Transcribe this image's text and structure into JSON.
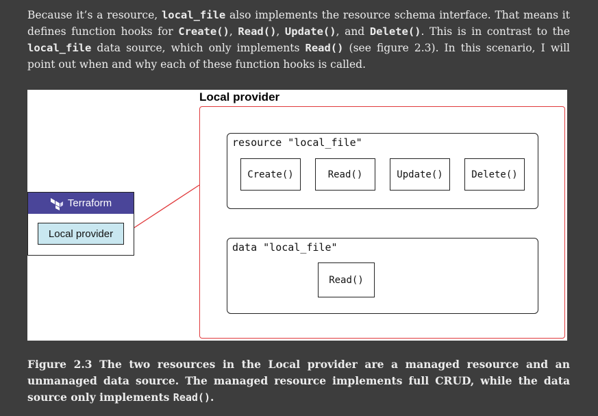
{
  "paragraph": {
    "t1": "Because it’s a resource, ",
    "c1": "local_file",
    "t2": " also implements the resource schema interface. That means it defines function hooks for ",
    "c2": "Create()",
    "t3": ", ",
    "c3": "Read()",
    "t4": ", ",
    "c4": "Update()",
    "t5": ", and ",
    "c5": "Delete()",
    "t6": ". This is in contrast to the ",
    "c6": "local_file",
    "t7": " data source, which only implements ",
    "c7": "Read()",
    "t8": " (see figure 2.3). In this scenario, I will point out when and why each of these function hooks is called."
  },
  "diagram": {
    "title": "Local provider",
    "resource_group": {
      "label": "resource \"local_file\"",
      "functions": [
        "Create()",
        "Read()",
        "Update()",
        "Delete()"
      ]
    },
    "data_group": {
      "label": "data \"local_file\"",
      "functions": [
        "Read()"
      ]
    },
    "terraform": {
      "header": "Terraform",
      "provider_box": "Local provider"
    },
    "colors": {
      "frame": "#e0393b",
      "terraform_header": "#4a4599",
      "provider_box": "#c9e7f0"
    }
  },
  "caption": {
    "text": "Figure 2.3 The two resources in the Local provider are a managed resource and an unmanaged data source. The managed resource implements full CRUD, while the data source only implements ",
    "code": "Read()",
    "end": "."
  }
}
